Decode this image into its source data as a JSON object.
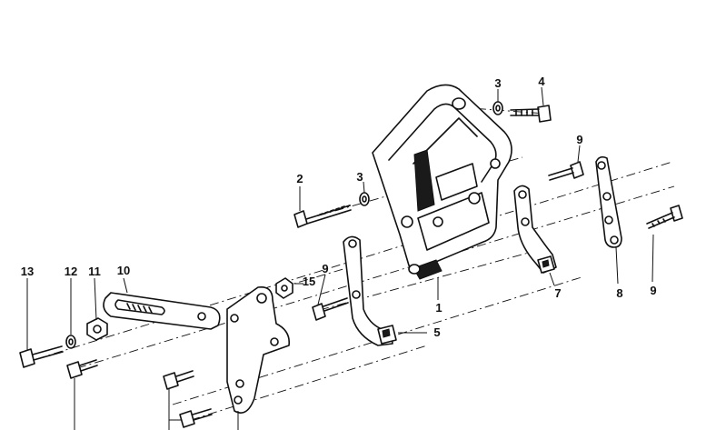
{
  "diagram": {
    "labels": {
      "p1": "1",
      "p2": "2",
      "p3a": "3",
      "p3b": "3",
      "p4": "4",
      "p5": "5",
      "p7": "7",
      "p8": "8",
      "p9a": "9",
      "p9b": "9",
      "p9c": "9",
      "p10": "10",
      "p11": "11",
      "p12": "12",
      "p13": "13",
      "p15": "15"
    }
  }
}
